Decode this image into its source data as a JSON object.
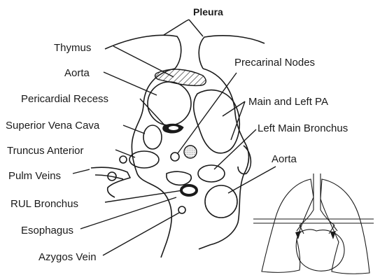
{
  "labels": {
    "pleura": "Pleura",
    "thymus": "Thymus",
    "aorta_ascending": "Aorta",
    "pericardial_recess": "Pericardial Recess",
    "superior_vena_cava": "Superior Vena Cava",
    "truncus_anterior": "Truncus Anterior",
    "pulm_veins": "Pulm Veins",
    "rul_bronchus": "RUL Bronchus",
    "esophagus": "Esophagus",
    "azygos_vein": "Azygos Vein",
    "precarinal_nodes": "Precarinal Nodes",
    "main_left_pa": "Main and Left PA",
    "left_main_bronchus": "Left Main Bronchus",
    "aorta_descending": "Aorta"
  }
}
